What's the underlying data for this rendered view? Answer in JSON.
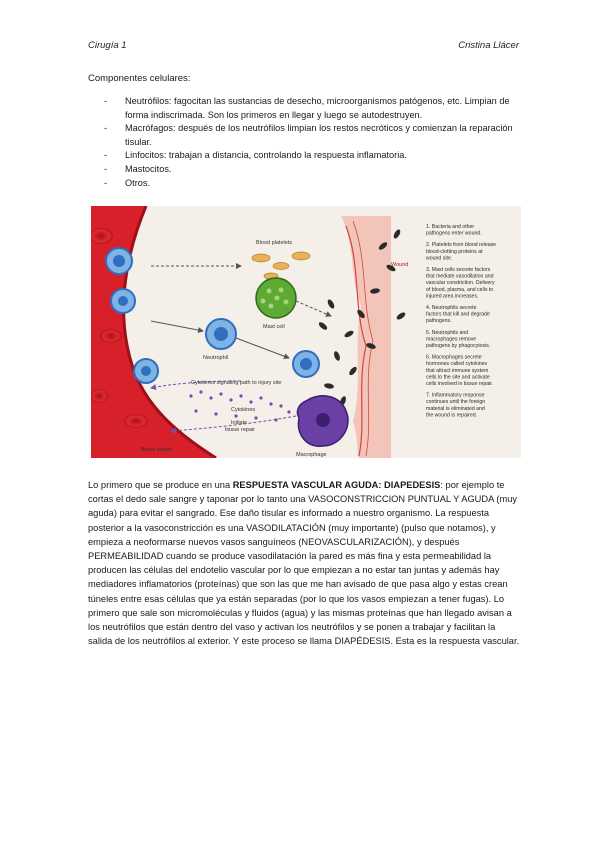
{
  "header": {
    "left": "Cirugía 1",
    "right": "Cristina Llácer"
  },
  "section_title": "Componentes celulares:",
  "list": [
    {
      "dash": "-",
      "text": "Neutrófilos: fagocitan las sustancias de desecho, microorganismos patógenos, etc. Limpian de forma indiscrimada. Son los primeros en llegar y luego se autodestruyen."
    },
    {
      "dash": "-",
      "text": "Macrófagos: después de los neutrófilos limpian los restos necróticos y comienzan la reparación tisular."
    },
    {
      "dash": "-",
      "text": "Linfocitos: trabajan a distancia, controlando la respuesta inflamatoria."
    },
    {
      "dash": "-",
      "text": "Mastocitos."
    },
    {
      "dash": "-",
      "text": "Otros."
    }
  ],
  "figure": {
    "labels": {
      "platelets": "Blood platelets",
      "wound": "Wound",
      "mast": "Mast cell",
      "neutrophil": "Neutrophil",
      "cytokines_path": "Cytokines signaling path to injury site",
      "cytokines": "Cytokines",
      "initiate1": "Initiate",
      "initiate2": "tissue repair",
      "macrophage": "Macrophage",
      "vessel": "Blood vessel"
    },
    "steps": [
      [
        "1. Bacteria and other",
        "pathogens enter wound."
      ],
      [
        "2. Platelets from blood release",
        "blood-clotting proteins at",
        "wound site."
      ],
      [
        "3. Mast cells secrete factors",
        "that mediate vasodilation and",
        "vascular constriction. Delivery",
        "of blood, plasma, and cells to",
        "injured area increases."
      ],
      [
        "4. Neutrophils secrete",
        "factors that kill and degrade",
        "pathogens."
      ],
      [
        "5. Neutrophils and",
        "macrophages remove",
        "pathogens by phagocytosis."
      ],
      [
        "6. Macrophages secrete",
        "hormones called cytokines",
        "that attract immune system",
        "cells to the site and activate",
        "cells involved in tissue repair."
      ],
      [
        "7. Inflammatory response",
        "continues until the foreign",
        "material is eliminated and",
        "the wound is repaired."
      ]
    ],
    "colors": {
      "vessel": "#d8202a",
      "background": "#f4efe8",
      "neutrophil": "#2f6fc0",
      "mast": "#4f9a2a",
      "macrophage": "#6a3fa6",
      "step_text": "#2b2b2b"
    }
  },
  "paragraph": {
    "p1": "Lo primero que se produce en una ",
    "b1": "RESPUESTA VASCULAR AGUDA: DIAPEDESIS",
    "p2": ": por ejemplo te cortas el dedo sale sangre y taponar por lo tanto una VASOCONSTRICCION PUNTUAL Y AGUDA (muy aguda) para evitar el sangrado. Ese daño tisular es informado a nuestro organismo. La respuesta posterior a la vasoconstricción es una VASODILATACIÓN (muy importante) (pulso que notamos), y empieza a neoformarse nuevos vasos sanguíneos (NEOVASCULARIZACIÓN), y después PERMEABILIDAD cuando se produce vasodilatación la pared es más fina y esta permeabilidad la producen las células del endotelio vascular por lo que empiezan a no estar tan juntas y además hay mediadores inflamatorios (proteínas) que son las que me han avisado de que pasa algo y estas crean túneles entre esas células que ya están separadas (por lo que los vasos empiezan a tener fugas). Lo primero que sale son micromoléculas y fluidos (agua) y las mismas proteínas que han llegado avisan a los neutrófilos que están dentro del vaso y activan los neutrófilos y se ponen a trabajar y facilitan la salida de los neutrófilos al exterior. Y este proceso se llama DIAPÉDESIS. Esta es la respuesta vascular."
  }
}
